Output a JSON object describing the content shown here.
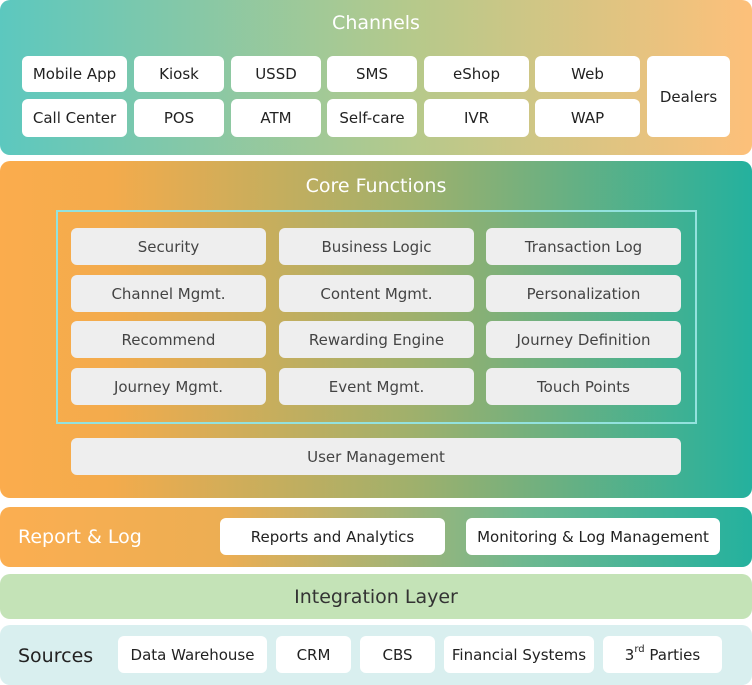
{
  "channels": {
    "title": "Channels",
    "items": [
      "Mobile App",
      "Kiosk",
      "USSD",
      "SMS",
      "eShop",
      "Web",
      "Call Center",
      "POS",
      "ATM",
      "Self-care",
      "IVR",
      "WAP",
      "Dealers"
    ]
  },
  "core": {
    "title": "Core Functions",
    "items": [
      "Security",
      "Business Logic",
      "Transaction Log",
      "Channel Mgmt.",
      "Content Mgmt.",
      "Personalization",
      "Recommend",
      "Rewarding Engine",
      "Journey Definition",
      "Journey Mgmt.",
      "Event Mgmt.",
      "Touch Points"
    ],
    "user_management": "User Management"
  },
  "report": {
    "title": "Report & Log",
    "items": [
      "Reports and Analytics",
      "Monitoring & Log Management"
    ]
  },
  "integration": {
    "title": "Integration Layer"
  },
  "sources": {
    "title": "Sources",
    "items": [
      "Data Warehouse",
      "CRM",
      "CBS",
      "Financial Systems"
    ],
    "third_parties_base": "3",
    "third_parties_sup": "rd",
    "third_parties_rest": " Parties"
  }
}
